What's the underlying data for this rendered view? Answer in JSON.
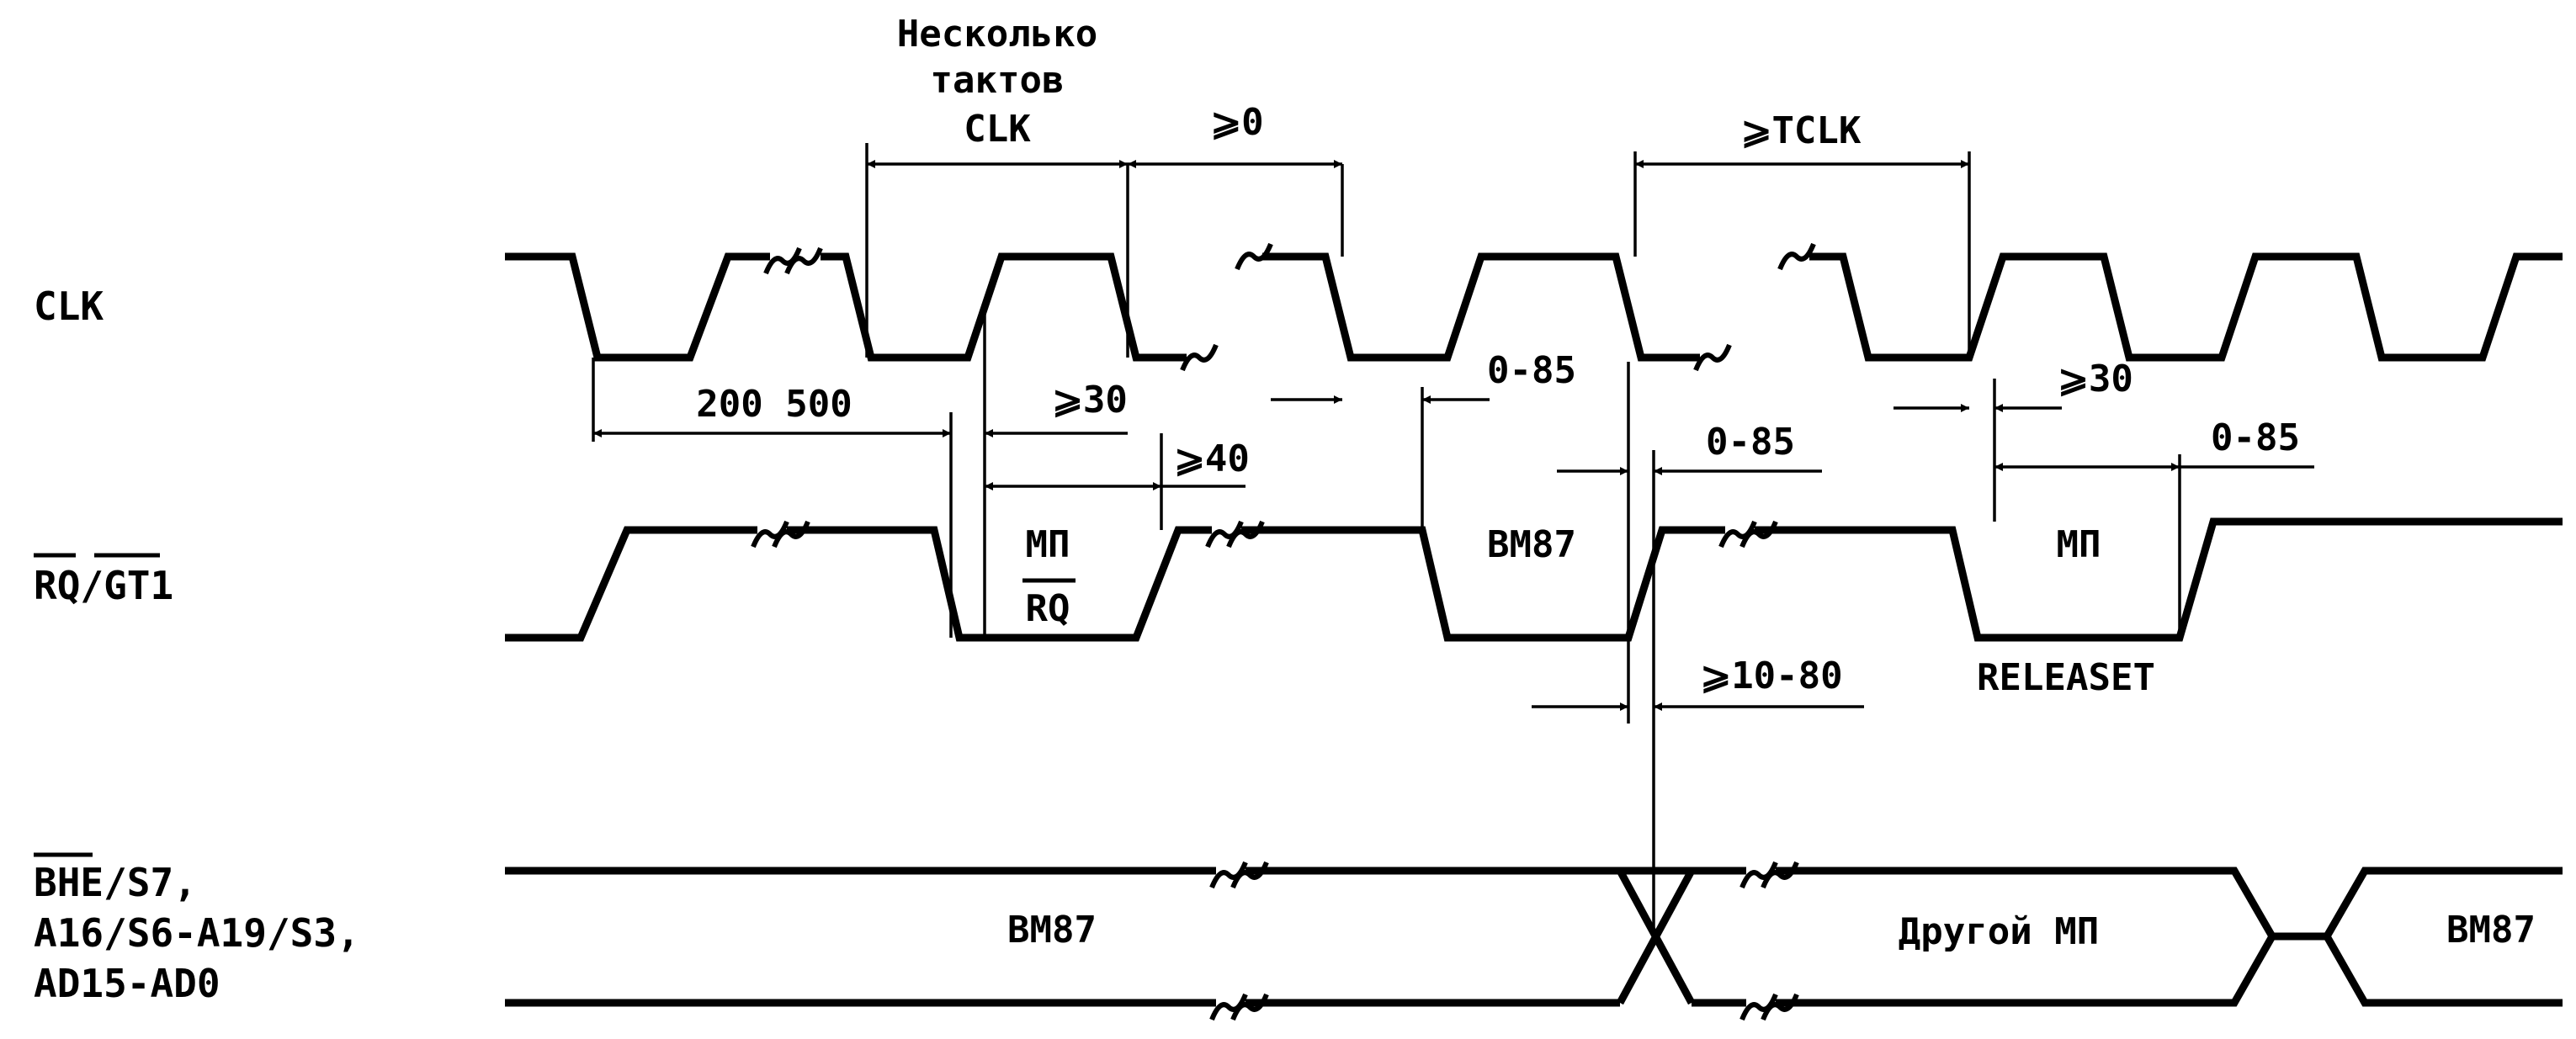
{
  "signals": {
    "clk": "CLK",
    "rqgt": "RQ/GT1",
    "bus_line1": "BHE/S7,",
    "bus_line2": "A16/S6-A19/S3,",
    "bus_line3": "AD15-AD0"
  },
  "timing": {
    "several_line1": "Несколько",
    "several_line2": "тактов",
    "several_line3": "CLK",
    "ge0": "⩾0",
    "ge_tclk": "⩾TCLK",
    "t200_500": "200 500",
    "ge30_a": "⩾30",
    "ge40": "⩾40",
    "t0_85_a": "0-85",
    "t0_85_b": "0-85",
    "ge30_b": "⩾30",
    "t0_85_c": "0-85",
    "ge10_80": "⩾10-80"
  },
  "rq_labels": {
    "mp_rq": "МП",
    "rq": "RQ",
    "vm87": "ВМ87",
    "mp": "МП",
    "releaset": "RELEASET"
  },
  "bus_labels": {
    "vm87_left": "ВМ87",
    "other_mp": "Другой МП",
    "vm87_right": "ВМ87"
  }
}
